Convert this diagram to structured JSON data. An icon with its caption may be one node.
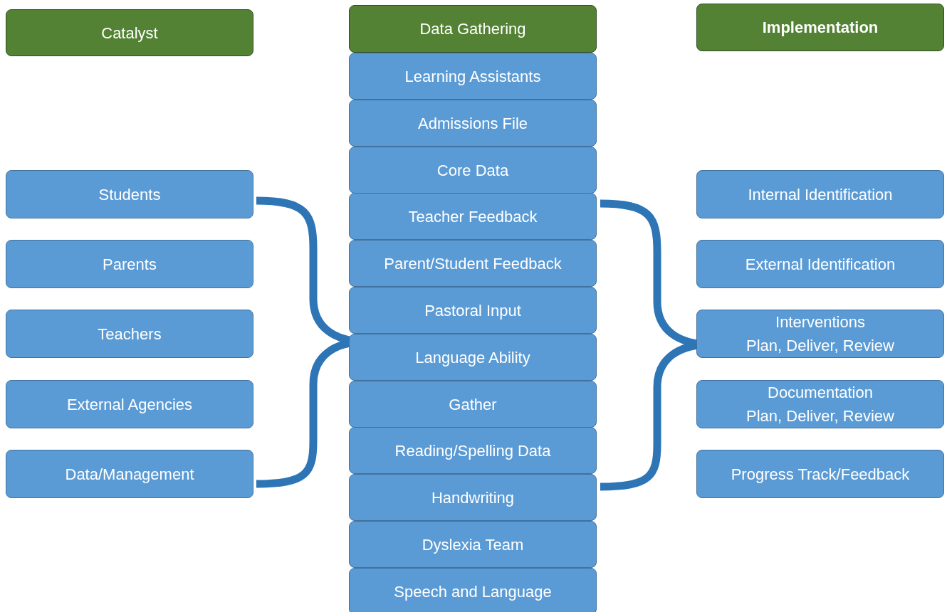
{
  "diagram": {
    "nodes": [
      {
        "text": [
          "Catalyst"
        ]
      },
      {
        "text": [
          "Students"
        ]
      },
      {
        "text": [
          "Parents"
        ]
      },
      {
        "text": [
          "Teachers"
        ]
      },
      {
        "text": [
          "External Agencies"
        ]
      },
      {
        "text": [
          "Data/Management"
        ]
      },
      {
        "text": [
          "Data Gathering"
        ]
      },
      {
        "text": [
          "Learning Assistants"
        ]
      },
      {
        "text": [
          "Admissions File"
        ]
      },
      {
        "text": [
          "Core Data"
        ]
      },
      {
        "text": [
          "Teacher Feedback"
        ]
      },
      {
        "text": [
          "Parent/Student Feedback"
        ]
      },
      {
        "text": [
          "Pastoral Input"
        ]
      },
      {
        "text": [
          "Language Ability"
        ]
      },
      {
        "text": [
          "Gather"
        ]
      },
      {
        "text": [
          "Reading/Spelling Data"
        ]
      },
      {
        "text": [
          "Handwriting"
        ]
      },
      {
        "text": [
          "Dyslexia Team"
        ]
      },
      {
        "text": [
          "Speech and Language"
        ]
      },
      {
        "text": [
          "Implementation"
        ]
      },
      {
        "text": [
          "Internal Identification"
        ]
      },
      {
        "text": [
          "External Identification"
        ]
      },
      {
        "text": [
          "Interventions",
          "Plan, Deliver, Review"
        ]
      },
      {
        "text": [
          "Documentation",
          "Plan, Deliver, Review"
        ]
      },
      {
        "text": [
          "Progress Track/Feedback"
        ]
      }
    ],
    "edges": []
  }
}
